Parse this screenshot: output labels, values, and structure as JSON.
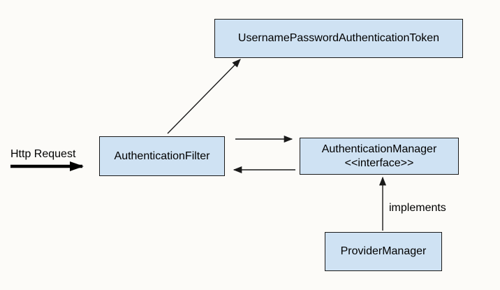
{
  "diagram": {
    "background_color": "#fcfbf8",
    "node_fill_color": "#cfe2f3",
    "node_border_color": "#1a1a1a",
    "arrow_color": "#1a1a1a",
    "nodes": {
      "token": {
        "label": "UsernamePasswordAuthenticationToken"
      },
      "filter": {
        "label": "AuthenticationFilter"
      },
      "manager": {
        "label": "AuthenticationManager",
        "stereotype": "<<interface>>"
      },
      "provider": {
        "label": "ProviderManager"
      }
    },
    "labels": {
      "http_request": "Http Request",
      "implements": "implements"
    },
    "edges": [
      {
        "name": "http-request-arrow",
        "label": "Http Request",
        "style": "thick",
        "direction": "right-into-filter"
      },
      {
        "name": "filter-to-token-arrow",
        "label": "",
        "style": "thin",
        "direction": "diagonal-up-right"
      },
      {
        "name": "filter-to-manager-arrow",
        "label": "",
        "style": "thin",
        "direction": "right"
      },
      {
        "name": "manager-to-filter-arrow",
        "label": "",
        "style": "thin",
        "direction": "left"
      },
      {
        "name": "provider-to-manager-arrow",
        "label": "implements",
        "style": "thin",
        "direction": "up"
      }
    ]
  }
}
